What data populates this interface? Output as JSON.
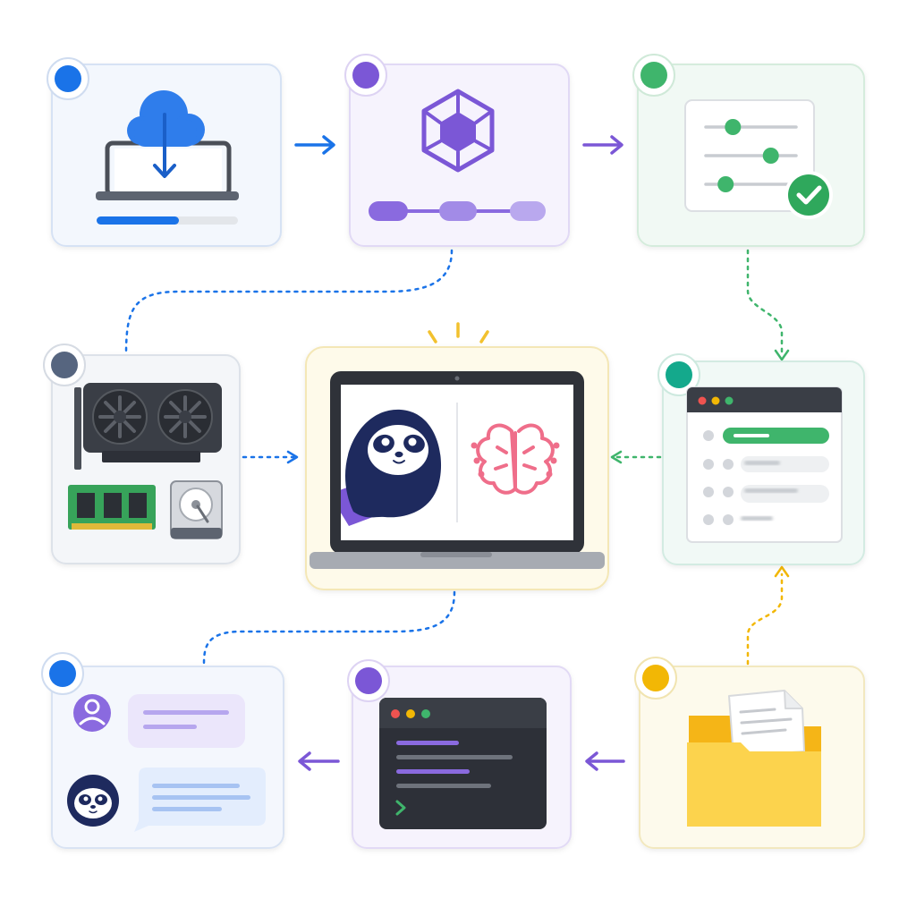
{
  "colors": {
    "blue": "#1a73e8",
    "purple": "#7b57d6",
    "green": "#3fb56c",
    "teal": "#14a98c",
    "slate": "#56657f",
    "yellow": "#f2b705",
    "navy": "#1e2a5e",
    "pink": "#ef6e8a",
    "dark": "#2d3038",
    "gray": "#9aa0a8"
  },
  "icons": {
    "download": "cloud-download-laptop-icon",
    "model": "cube-pipeline-icon",
    "config": "sliders-check-icon",
    "hardware": "gpu-ram-disk-icon",
    "center": "laptop-sloth-brain-icon",
    "list": "browser-list-icon",
    "folder": "folder-document-icon",
    "terminal": "terminal-window-icon",
    "chat": "chat-conversation-icon"
  },
  "download_progress": 0.58,
  "config_sliders": [
    0.3,
    0.72,
    0.22
  ]
}
